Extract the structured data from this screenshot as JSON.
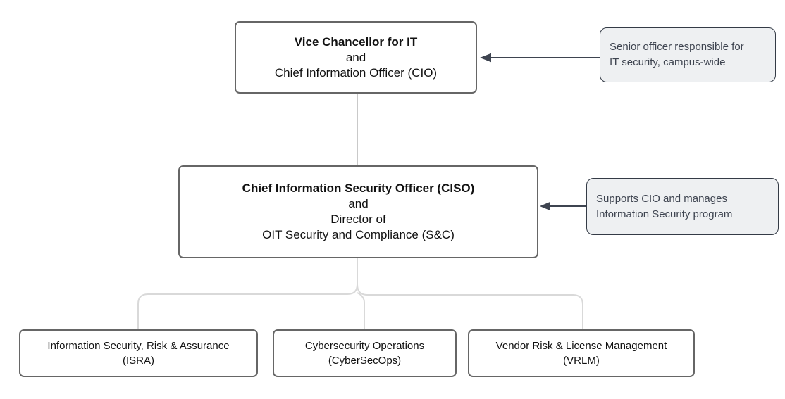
{
  "org_chart": {
    "nodes": {
      "vc_cio": {
        "title": "Vice Chancellor for IT",
        "lines": [
          "and",
          "Chief Information Officer (CIO)"
        ]
      },
      "ciso": {
        "title": "Chief Information Security Officer (CISO)",
        "lines": [
          "and",
          "Director of",
          "OIT Security and Compliance (S&C)"
        ]
      },
      "isra": {
        "lines": [
          "Information Security, Risk & Assurance",
          "(ISRA)"
        ]
      },
      "cybersecops": {
        "lines": [
          "Cybersecurity Operations",
          "(CyberSecOps)"
        ]
      },
      "vrlm": {
        "lines": [
          "Vendor Risk & License Management",
          "(VRLM)"
        ]
      }
    },
    "annotations": {
      "vc_cio_note": {
        "lines": [
          "Senior officer responsible for",
          "IT security, campus-wide"
        ]
      },
      "ciso_note": {
        "lines": [
          "Supports CIO and manages",
          "Information Security program"
        ]
      }
    }
  },
  "colors": {
    "canvas_bg": "#ffffff",
    "node_fill": "#ffffff",
    "node_border": "#666666",
    "node_text": "#111111",
    "note_fill": "#eef0f2",
    "note_border": "#343b46",
    "note_text": "#3e4450",
    "arrow": "#3e4450",
    "connector": "#c9c9c9",
    "tree_connector": "#d9d9d9"
  }
}
